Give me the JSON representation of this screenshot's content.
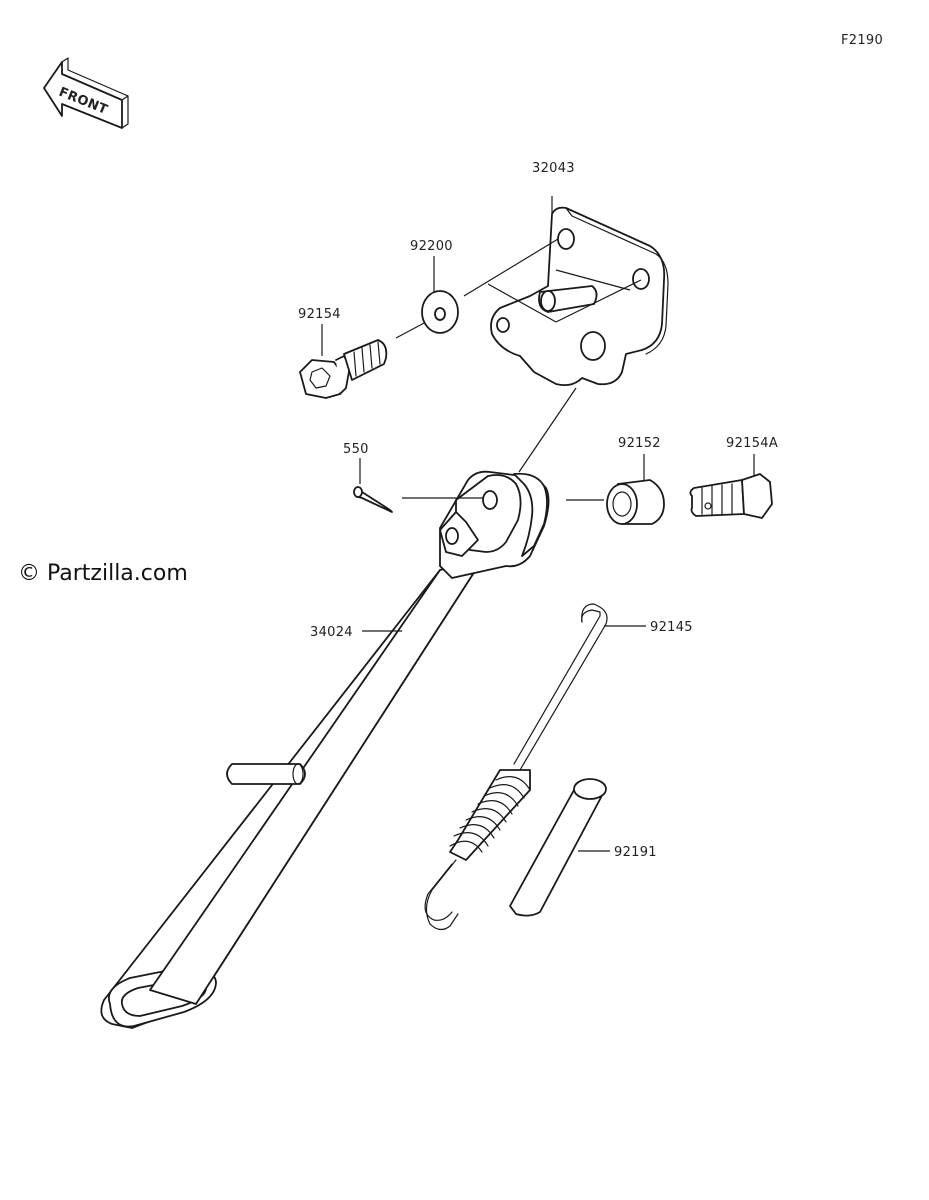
{
  "figure_code": "F2190",
  "front_label": "FRONT",
  "watermark": "© Partzilla.com",
  "parts": {
    "p32043": "32043",
    "p92200": "92200",
    "p92154": "92154",
    "p550": "550",
    "p92152": "92152",
    "p92154A": "92154A",
    "p34024": "34024",
    "p92145": "92145",
    "p92191": "92191"
  }
}
